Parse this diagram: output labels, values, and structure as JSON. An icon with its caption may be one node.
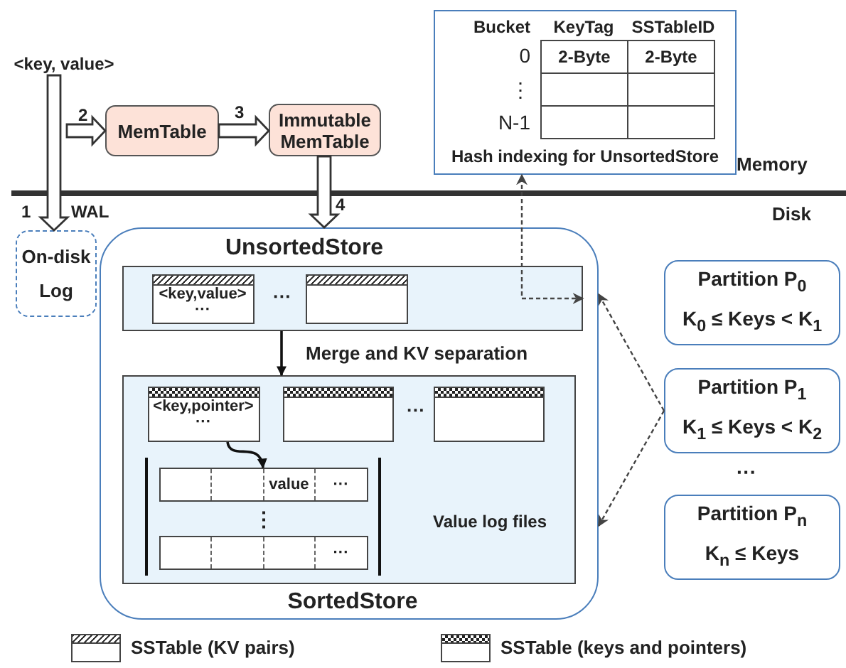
{
  "diagram": {
    "nodes": [
      {
        "text": [
          "<key, value>"
        ]
      },
      {
        "text": [
          "MemTable"
        ]
      },
      {
        "text": [
          "Immutable MemTable"
        ]
      },
      {
        "text": [
          "Bucket",
          "KeyTag",
          "SSTableID",
          "0",
          "2-Byte",
          "2-Byte",
          "⋮",
          "N-1",
          "Hash indexing for UnsortedStore"
        ]
      },
      {
        "text": [
          "On-disk Log"
        ]
      },
      {
        "text": [
          "UnsortedStore",
          "SortedStore"
        ]
      },
      {
        "text": [
          "···"
        ],
        "in": 5
      },
      {
        "text": [
          "<key,value>",
          "···"
        ],
        "in": 6
      },
      {
        "text": [],
        "shape": "box",
        "in": 6
      },
      {
        "text": [
          "···",
          "⋮",
          "Value log files"
        ],
        "in": 5
      },
      {
        "text": [
          "<key,pointer>",
          "···"
        ],
        "in": 9
      },
      {
        "text": [],
        "shape": "box",
        "in": 9
      },
      {
        "text": [],
        "shape": "box",
        "in": 9
      },
      {
        "text": [
          "value",
          "···"
        ],
        "in": 9
      },
      {
        "text": [
          "···"
        ],
        "in": 9
      },
      {
        "text": [
          "Partition P$_{0}$",
          "K$_{0}$ ≤ Keys < K$_{1}$"
        ]
      },
      {
        "text": [
          "Partition P$_{1}$",
          "K$_{1}$ ≤ Keys < K$_{2}$"
        ]
      },
      {
        "text": [
          "Partition P$_{n}$",
          "K$_{n}$ ≤ Keys"
        ]
      }
    ],
    "edges": [
      {
        "from": 0,
        "to": 4,
        "arrow": "to",
        "label": "WAL",
        "style": "thick"
      },
      {
        "from": 0,
        "to": 1,
        "arrow": "to",
        "label": "2",
        "style": "thick"
      },
      {
        "from": 1,
        "to": 2,
        "arrow": "to",
        "label": "3",
        "style": "thick"
      },
      {
        "from": 2,
        "to": 5,
        "arrow": "to",
        "label": "4",
        "style": "thick"
      },
      {
        "from": 6,
        "to": 3,
        "arrow": "both",
        "style": "dashed"
      },
      {
        "from": 6,
        "to": 9,
        "arrow": "to",
        "label": "Merge and KV separation"
      },
      {
        "from": 10,
        "to": 13,
        "arrow": "to"
      },
      {
        "from": 16,
        "to": 5,
        "arrow": "to",
        "style": "dashed"
      },
      {
        "from": 16,
        "to": 5,
        "arrow": "to",
        "style": "dashed"
      }
    ],
    "labels": [
      "1",
      "Memory",
      "Disk",
      "···"
    ],
    "legend": [
      {
        "text": "SSTable (KV pairs)"
      },
      {
        "text": "SSTable (keys and pointers)"
      }
    ]
  }
}
